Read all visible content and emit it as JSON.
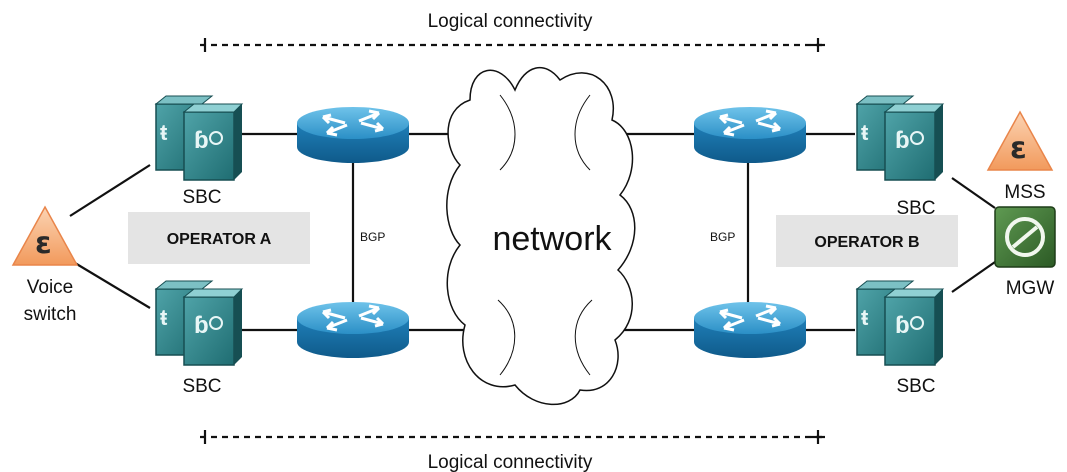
{
  "logical_top": "Logical connectivity",
  "logical_bottom": "Logical connectivity",
  "cloud_label": "network",
  "operator_a": "OPERATOR A",
  "operator_b": "OPERATOR B",
  "bgp_left": "BGP",
  "bgp_right": "BGP",
  "sbc_a_top": "SBC",
  "sbc_a_bottom": "SBC",
  "sbc_b_top": "SBC",
  "sbc_b_bottom": "SBC",
  "voice_switch_line1": "Voice",
  "voice_switch_line2": "switch",
  "mss": "MSS",
  "mgw": "MGW"
}
